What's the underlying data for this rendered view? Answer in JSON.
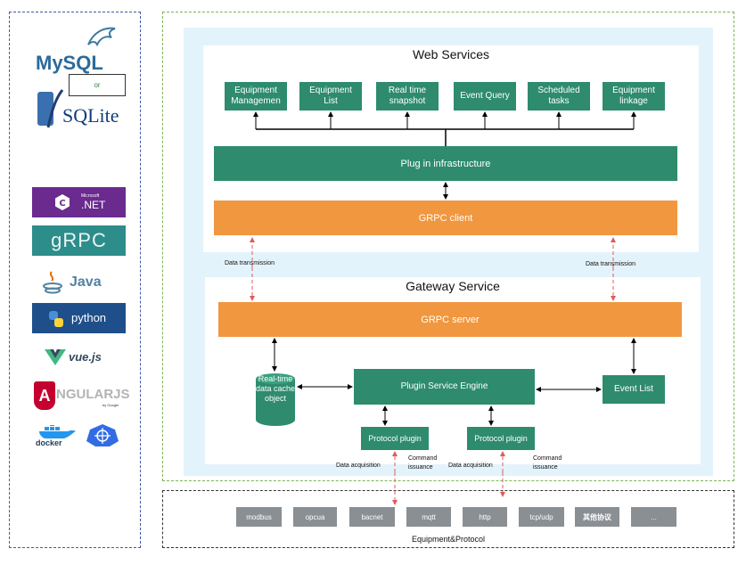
{
  "left_panel": {
    "db": {
      "mysql": "MySQL",
      "or": "or",
      "sqlite": "SQLite"
    },
    "tech": {
      "dotnet_small": "Microsoft",
      "dotnet": ".NET",
      "grpc": "gRPC",
      "java": "Java",
      "python": "python",
      "vue": "vue.js",
      "angular_a": "A",
      "angular": "NGULARJS",
      "angular_by": "by Google",
      "docker": "docker"
    }
  },
  "web_services": {
    "title": "Web Services",
    "modules": [
      "Equipment Managemen",
      "Equipment List",
      "Real time snapshot",
      "Event Query",
      "Scheduled tasks",
      "Equipment linkage"
    ],
    "plugin_infra": "Plug in infrastructure",
    "grpc_client": "GRPC client"
  },
  "transmission": {
    "left": "Data transmission",
    "right": "Data transmission"
  },
  "gateway": {
    "title": "Gateway Service",
    "grpc_server": "GRPC server",
    "cache": "Real-time data cache object",
    "engine": "Plugin Service Engine",
    "event_list": "Event List",
    "protocol_plugin_1": "Protocol plugin",
    "protocol_plugin_2": "Protocol plugin",
    "acq_1": "Data acquisition",
    "cmd_1": "Command issuance",
    "acq_2": "Data acquisition",
    "cmd_2": "Command issuance"
  },
  "protocols": {
    "items": [
      "modbus",
      "opcua",
      "bacnet",
      "mqtt",
      "http",
      "tcp/udp",
      "其他协议",
      "..."
    ],
    "caption": "Equipment&Protocol"
  },
  "colors": {
    "green": "#2e8b6e",
    "orange": "#f0973f",
    "light_blue": "#e3f3fb",
    "grey": "#8a8f93"
  }
}
